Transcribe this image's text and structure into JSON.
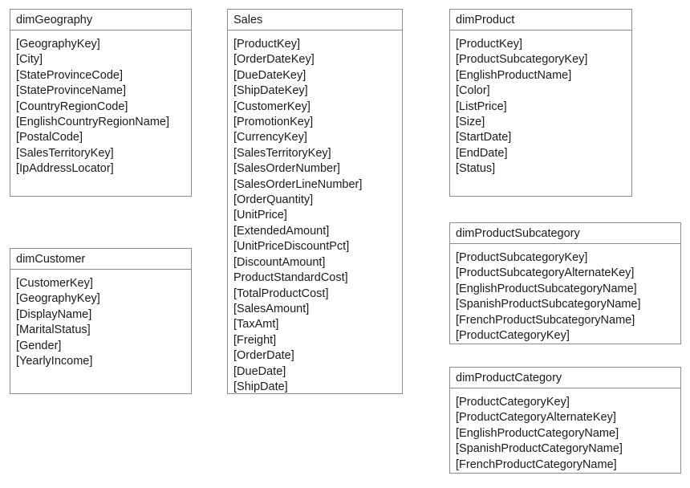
{
  "diagram": {
    "type": "entity-relationship-field-list",
    "entities": [
      {
        "id": "dimGeography",
        "name": "dimGeography",
        "fields": [
          "[GeographyKey]",
          "[City]",
          "[StateProvinceCode]",
          "[StateProvinceName]",
          "[CountryRegionCode]",
          "[EnglishCountryRegionName]",
          "[PostalCode]",
          "[SalesTerritoryKey]",
          "[IpAddressLocator]"
        ]
      },
      {
        "id": "dimCustomer",
        "name": "dimCustomer",
        "fields": [
          "[CustomerKey]",
          "[GeographyKey]",
          "[DisplayName]",
          "[MaritalStatus]",
          "[Gender]",
          "[YearlyIncome]"
        ]
      },
      {
        "id": "Sales",
        "name": "Sales",
        "fields": [
          "[ProductKey]",
          "[OrderDateKey]",
          "[DueDateKey]",
          "[ShipDateKey]",
          "[CustomerKey]",
          "[PromotionKey]",
          "[CurrencyKey]",
          "[SalesTerritoryKey]",
          "[SalesOrderNumber]",
          "[SalesOrderLineNumber]",
          "[OrderQuantity]",
          "[UnitPrice]",
          "[ExtendedAmount]",
          "[UnitPriceDiscountPct]",
          "[DiscountAmount]",
          "ProductStandardCost]",
          "[TotalProductCost]",
          "[SalesAmount]",
          "[TaxAmt]",
          "[Freight]",
          "[OrderDate]",
          "[DueDate]",
          "[ShipDate]"
        ]
      },
      {
        "id": "dimProduct",
        "name": "dimProduct",
        "fields": [
          "[ProductKey]",
          "[ProductSubcategoryKey]",
          "[EnglishProductName]",
          "[Color]",
          "[ListPrice]",
          "[Size]",
          "[StartDate]",
          "[EndDate]",
          "[Status]"
        ]
      },
      {
        "id": "dimProductSubcategory",
        "name": "dimProductSubcategory",
        "fields": [
          "[ProductSubcategoryKey]",
          "[ProductSubcategoryAlternateKey]",
          "[EnglishProductSubcategoryName]",
          "[SpanishProductSubcategoryName]",
          "[FrenchProductSubcategoryName]",
          "[ProductCategoryKey]"
        ]
      },
      {
        "id": "dimProductCategory",
        "name": "dimProductCategory",
        "fields": [
          "[ProductCategoryKey]",
          "[ProductCategoryAlternateKey]",
          "[EnglishProductCategoryName]",
          "[SpanishProductCategoryName]",
          "[FrenchProductCategoryName]"
        ]
      }
    ]
  },
  "colors": {
    "border": "#8c8c8c",
    "text": "#1a1a1a",
    "background": "#ffffff"
  }
}
